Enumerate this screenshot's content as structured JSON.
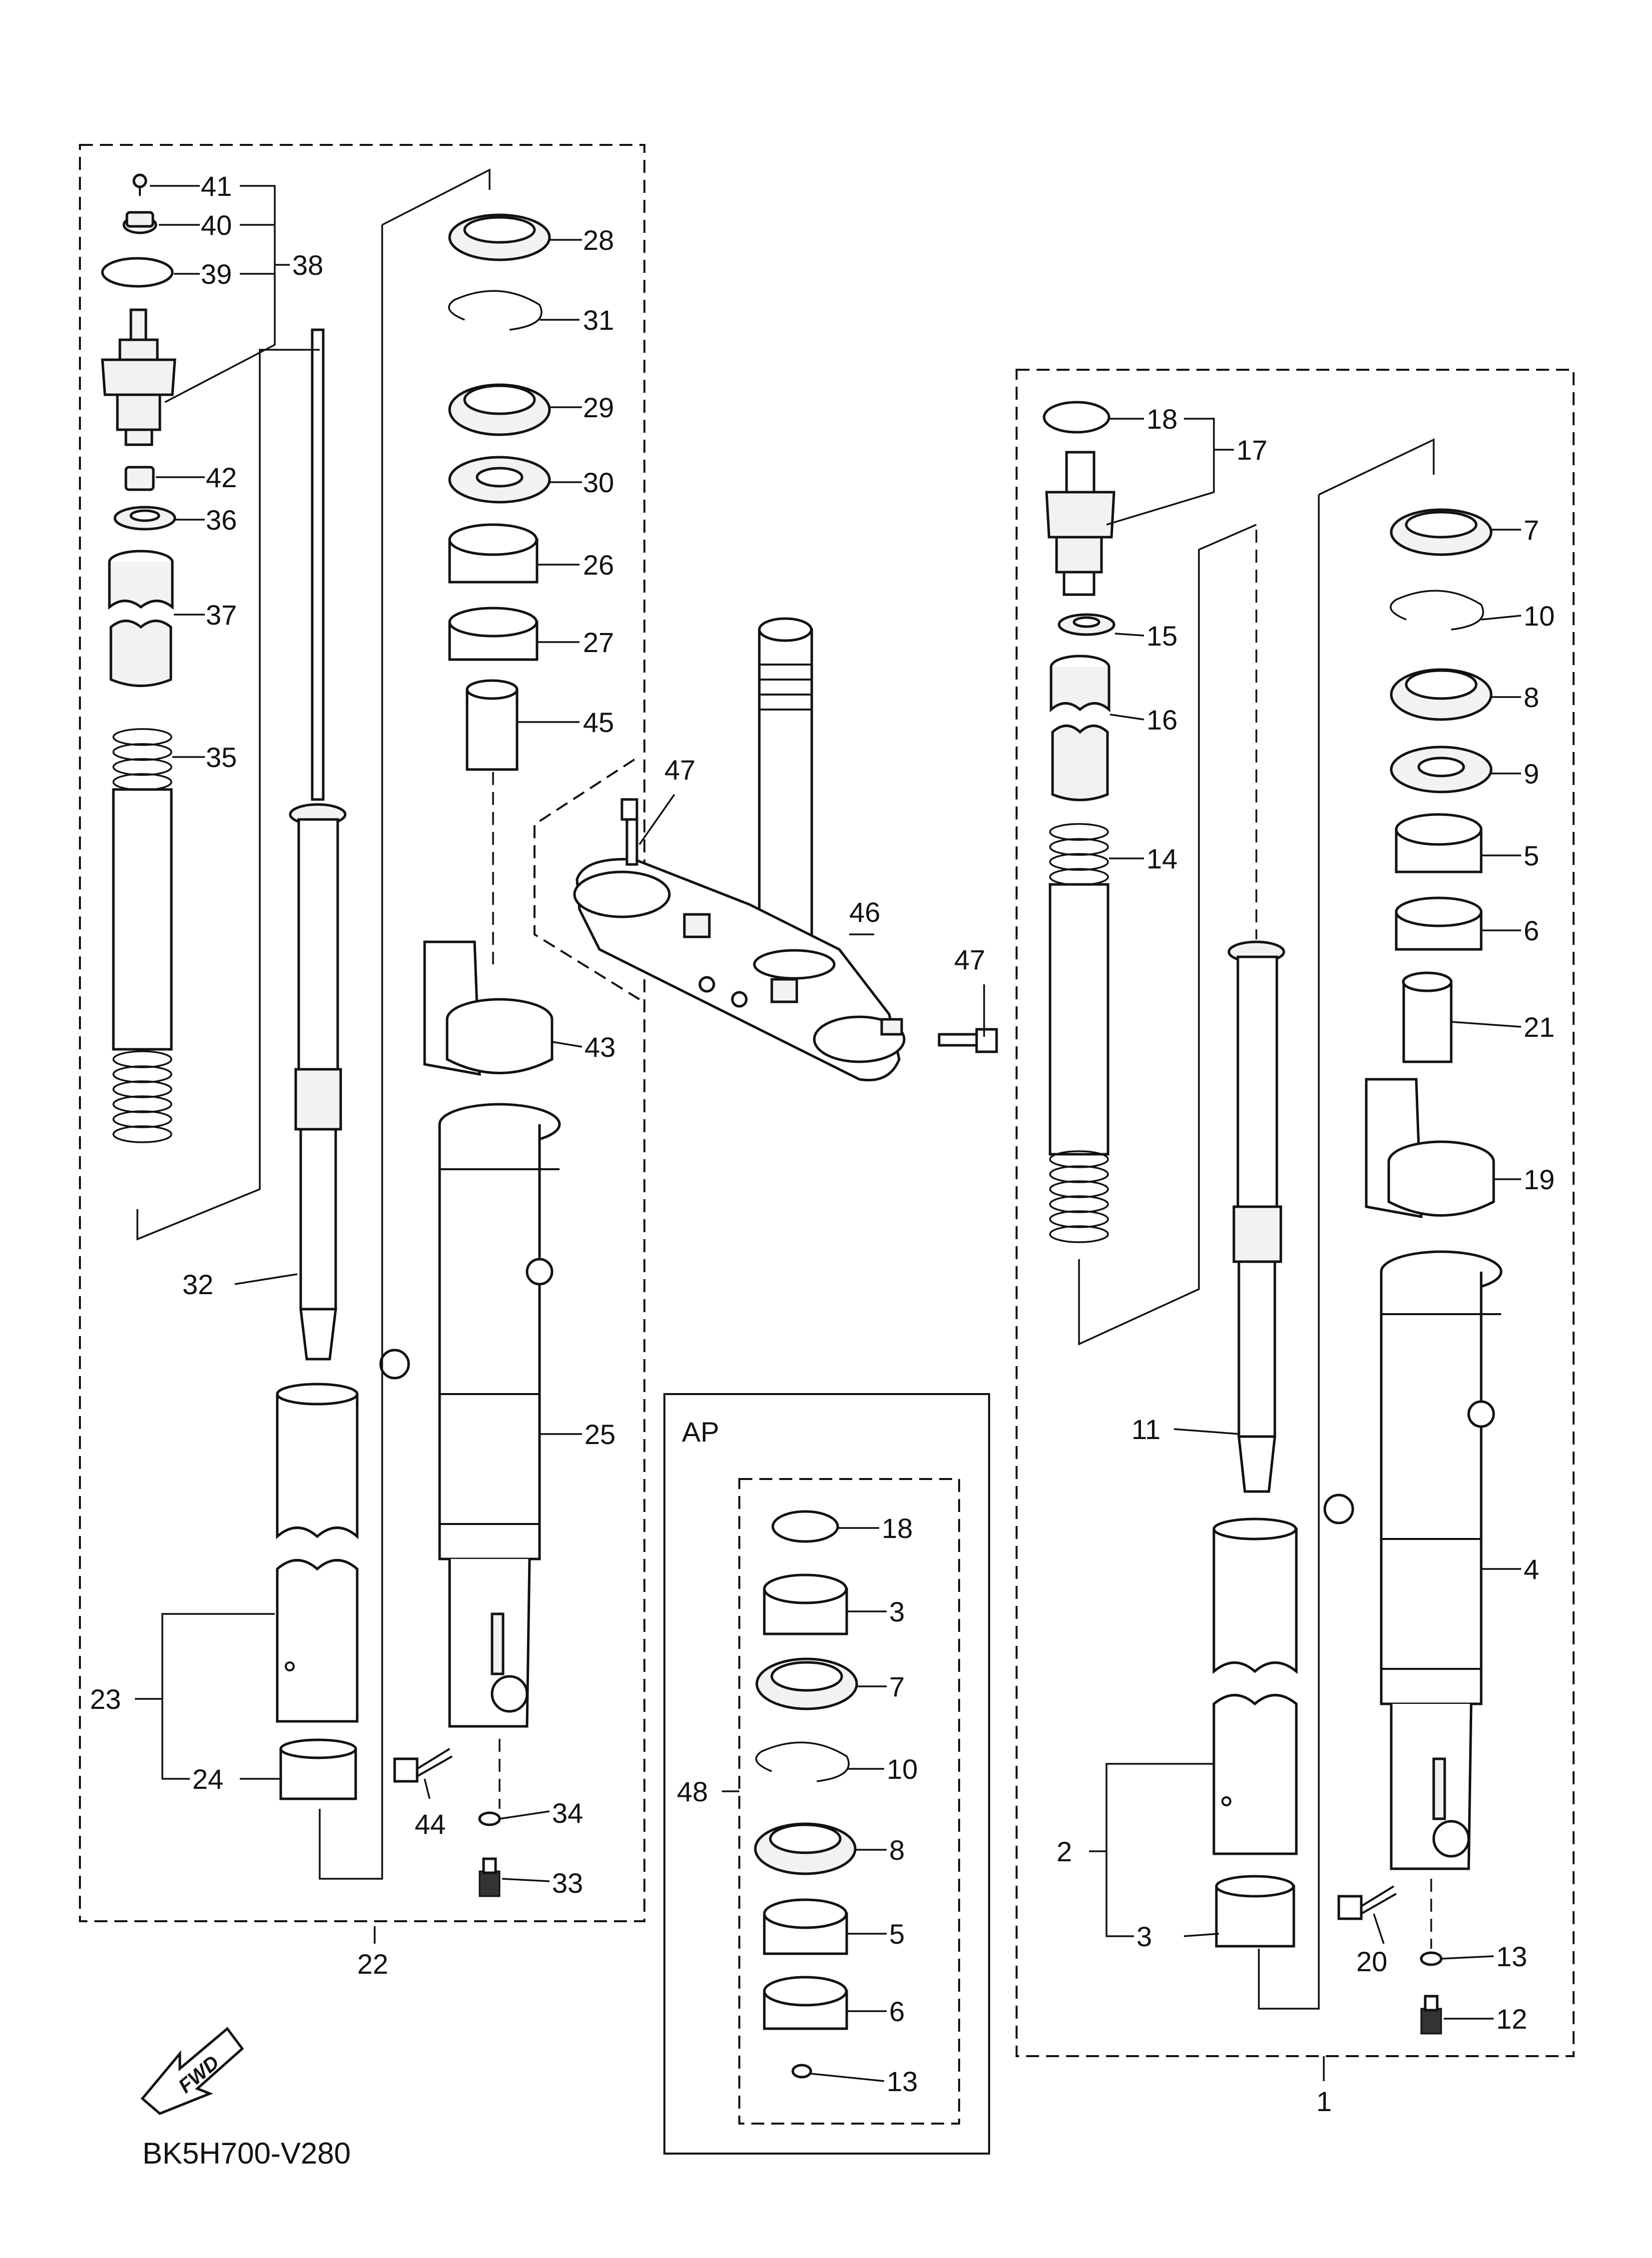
{
  "diagram_code": "BK5H700-V280",
  "fwd_label": "FWD",
  "ap_box_label": "AP",
  "labels": {
    "l41": "41",
    "l40": "40",
    "l39": "39",
    "l38": "38",
    "l42": "42",
    "l36": "36",
    "l37": "37",
    "l35": "35",
    "l32": "32",
    "l23": "23",
    "l24": "24",
    "l44": "44",
    "l34": "34",
    "l33": "33",
    "l22": "22",
    "l28": "28",
    "l31": "31",
    "l29": "29",
    "l30": "30",
    "l26": "26",
    "l27": "27",
    "l45": "45",
    "l43": "43",
    "l25": "25",
    "l47a": "47",
    "l47b": "47",
    "l46": "46",
    "r18": "18",
    "r17": "17",
    "r15": "15",
    "r16": "16",
    "r14": "14",
    "r11": "11",
    "r2": "2",
    "r3": "3",
    "r20": "20",
    "r13": "13",
    "r12": "12",
    "r1": "1",
    "r7": "7",
    "r10": "10",
    "r8": "8",
    "r9": "9",
    "r5": "5",
    "r6": "6",
    "r21": "21",
    "r19": "19",
    "r4": "4",
    "ap18": "18",
    "ap3": "3",
    "ap7": "7",
    "ap10": "10",
    "ap8": "8",
    "ap5": "5",
    "ap6": "6",
    "ap13": "13",
    "ap48": "48"
  }
}
